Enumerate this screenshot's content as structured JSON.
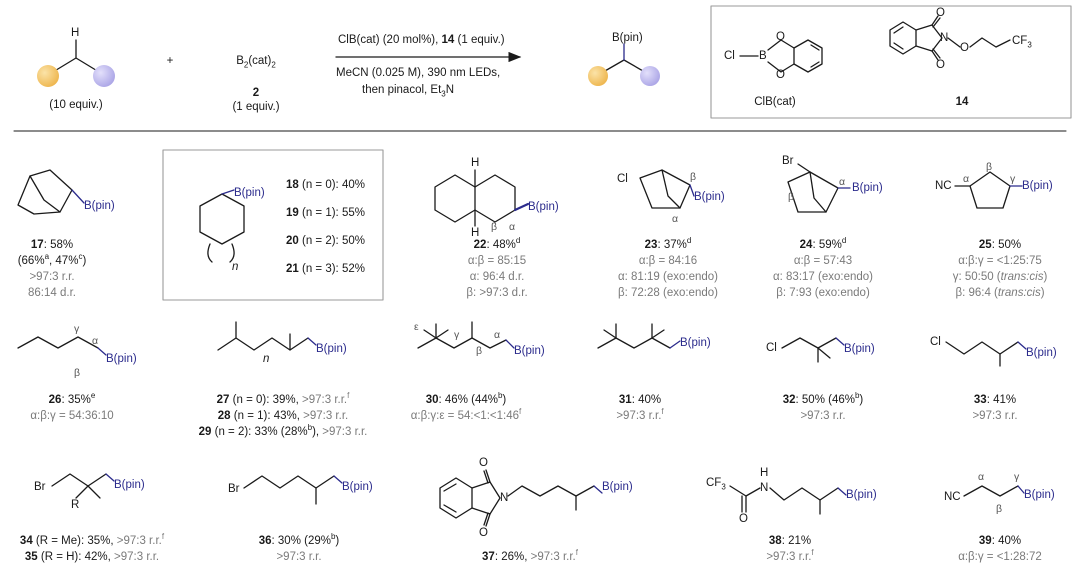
{
  "header": {
    "reactant_h": "H",
    "reactant_equiv": "(10 equiv.)",
    "plus": "+",
    "reagent_num": "2",
    "reagent_equiv": "(1 equiv.)",
    "cond_line1_a": "ClB(cat) (20 mol%), ",
    "cond_line1_b": "14",
    "cond_line1_c": " (1 equiv.)",
    "cond_line2": "MeCN (0.025 M), 390 nm LEDs,",
    "cond_line3_a": "then pinacol, Et",
    "cond_line3_sub": "3",
    "cond_line3_b": "N",
    "product_label": "B(pin)",
    "box_cl": "Cl",
    "box_b": "B",
    "box_o1": "O",
    "box_o2": "O",
    "box_clbcat": "ClB(cat)",
    "box14_o1": "O",
    "box14_o2": "O",
    "box14_n": "N",
    "box14_o3": "O",
    "box14_cf3": "CF",
    "box14_cf3_sub": "3",
    "box14_num": "14"
  },
  "row1": {
    "c17_bpin": "B(pin)",
    "c17_l1a": "17",
    "c17_l1b": ": 58%",
    "c17_l2": "(66%",
    "c17_l2_a": "a",
    "c17_l2_mid": ", 47%",
    "c17_l2_c": "c",
    "c17_l2_end": ")",
    "c17_l3": ">97:3 r.r.",
    "c17_l4": "86:14 d.r.",
    "cyc_bpin": "B(pin)",
    "cyc_n": "n",
    "cyc_items": [
      {
        "num": "18",
        "cond": "(n = 0): 40%"
      },
      {
        "num": "19",
        "cond": "(n = 1): 55%"
      },
      {
        "num": "20",
        "cond": "(n = 2): 50%"
      },
      {
        "num": "21",
        "cond": "(n = 3): 52%"
      }
    ],
    "c22_h1": "H",
    "c22_h2": "H",
    "c22_beta": "β",
    "c22_alpha": "α",
    "c22_bpin": "B(pin)",
    "c22_l1a": "22",
    "c22_l1b": ": 48%",
    "c22_l1_sup": "d",
    "c22_l2": "α:β = 85:15",
    "c22_l3": "α: 96:4 d.r.",
    "c22_l4": "β: >97:3 d.r.",
    "c23_cl": "Cl",
    "c23_beta": "β",
    "c23_alpha": "α",
    "c23_bpin": "B(pin)",
    "c23_l1a": "23",
    "c23_l1b": ": 37%",
    "c23_l1_sup": "d",
    "c23_l2": "α:β = 84:16",
    "c23_l3": "α: 81:19 (exo:endo)",
    "c23_l4": "β: 72:28 (exo:endo)",
    "c24_br": "Br",
    "c24_beta": "β",
    "c24_alpha": "α",
    "c24_bpin": "B(pin)",
    "c24_l1a": "24",
    "c24_l1b": ": 59%",
    "c24_l1_sup": "d",
    "c24_l2": "α:β = 57:43",
    "c24_l3": "α: 83:17 (exo:endo)",
    "c24_l4": "β: 7:93 (exo:endo)",
    "c25_nc": "NC",
    "c25_alpha": "α",
    "c25_beta": "β",
    "c25_gamma": "γ",
    "c25_bpin": "B(pin)",
    "c25_l1a": "25",
    "c25_l1b": ": 50%",
    "c25_l2": "α:β:γ = <1:25:75",
    "c25_l3a": "γ: 50:50 (",
    "c25_l3b": "trans:cis",
    "c25_l3c": ")",
    "c25_l4a": "β: 96:4 (",
    "c25_l4b": "trans:cis",
    "c25_l4c": ")"
  },
  "row2": {
    "c26_gamma": "γ",
    "c26_alpha": "α",
    "c26_beta": "β",
    "c26_bpin": "B(pin)",
    "c26_l1a": "26",
    "c26_l1b": ": 35%",
    "c26_l1_sup": "e",
    "c26_l2": "α:β:γ = 54:36:10",
    "c27_n": "n",
    "c27_bpin": "B(pin)",
    "c27_l1a": "27",
    "c27_l1b": " (n = 0): 39%, ",
    "c27_l1c": ">97:3 r.r.",
    "c27_l1_sup": "f",
    "c28_l1a": "28",
    "c28_l1b": " (n = 1): 43%, ",
    "c28_l1c": ">97:3 r.r.",
    "c29_l1a": "29",
    "c29_l1b": " (n = 2): 33% (28%",
    "c29_l1_sup": "b",
    "c29_l1c": "), ",
    "c29_l1d": ">97:3 r.r.",
    "c30_eps": "ε",
    "c30_gamma": "γ",
    "c30_beta": "β",
    "c30_alpha": "α",
    "c30_bpin": "B(pin)",
    "c30_l1a": "30",
    "c30_l1b": ": 46% (44%",
    "c30_l1_sup": "b",
    "c30_l1c": ")",
    "c30_l2": "α:β:γ:ε = 54:<1:<1:46",
    "c30_l2_sup": "f",
    "c31_bpin": "B(pin)",
    "c31_l1a": "31",
    "c31_l1b": ": 40%",
    "c31_l2": ">97:3 r.r.",
    "c31_l2_sup": "f",
    "c32_cl": "Cl",
    "c32_bpin": "B(pin)",
    "c32_l1a": "32",
    "c32_l1b": ": 50% (46%",
    "c32_l1_sup": "b",
    "c32_l1c": ")",
    "c32_l2": ">97:3 r.r.",
    "c33_cl": "Cl",
    "c33_bpin": "B(pin)",
    "c33_l1a": "33",
    "c33_l1b": ": 41%",
    "c33_l2": ">97:3 r.r."
  },
  "row3": {
    "c34_br": "Br",
    "c34_r": "R",
    "c34_bpin": "B(pin)",
    "c34_l1a": "34",
    "c34_l1b": " (R = Me): 35%, ",
    "c34_l1c": ">97:3 r.r.",
    "c34_l1_sup": "f",
    "c35_l1a": "35",
    "c35_l1b": " (R = H): 42%, ",
    "c35_l1c": ">97:3 r.r.",
    "c36_br": "Br",
    "c36_bpin": "B(pin)",
    "c36_l1a": "36",
    "c36_l1b": ": 30% (29%",
    "c36_l1_sup": "b",
    "c36_l1c": ")",
    "c36_l2": ">97:3 r.r.",
    "c37_o1": "O",
    "c37_o2": "O",
    "c37_n": "N",
    "c37_bpin": "B(pin)",
    "c37_l1a": "37",
    "c37_l1b": ": 26%, ",
    "c37_l1c": ">97:3 r.r.",
    "c37_l1_sup": "f",
    "c38_cf3": "CF",
    "c38_cf3_sub": "3",
    "c38_h": "H",
    "c38_n": "N",
    "c38_o": "O",
    "c38_bpin": "B(pin)",
    "c38_l1a": "38",
    "c38_l1b": ": 21%",
    "c38_l2": ">97:3 r.r.",
    "c38_l2_sup": "f",
    "c39_nc": "NC",
    "c39_alpha": "α",
    "c39_beta": "β",
    "c39_gamma": "γ",
    "c39_bpin": "B(pin)",
    "c39_l1a": "39",
    "c39_l1b": ": 40%",
    "c39_l2": "α:β:γ = <1:28:72"
  },
  "colors": {
    "ball_orange": "#f2c46a",
    "ball_purple": "#c3bff0",
    "boron_blue": "#2b2b8c",
    "frame_gray": "#9a9a9a"
  }
}
